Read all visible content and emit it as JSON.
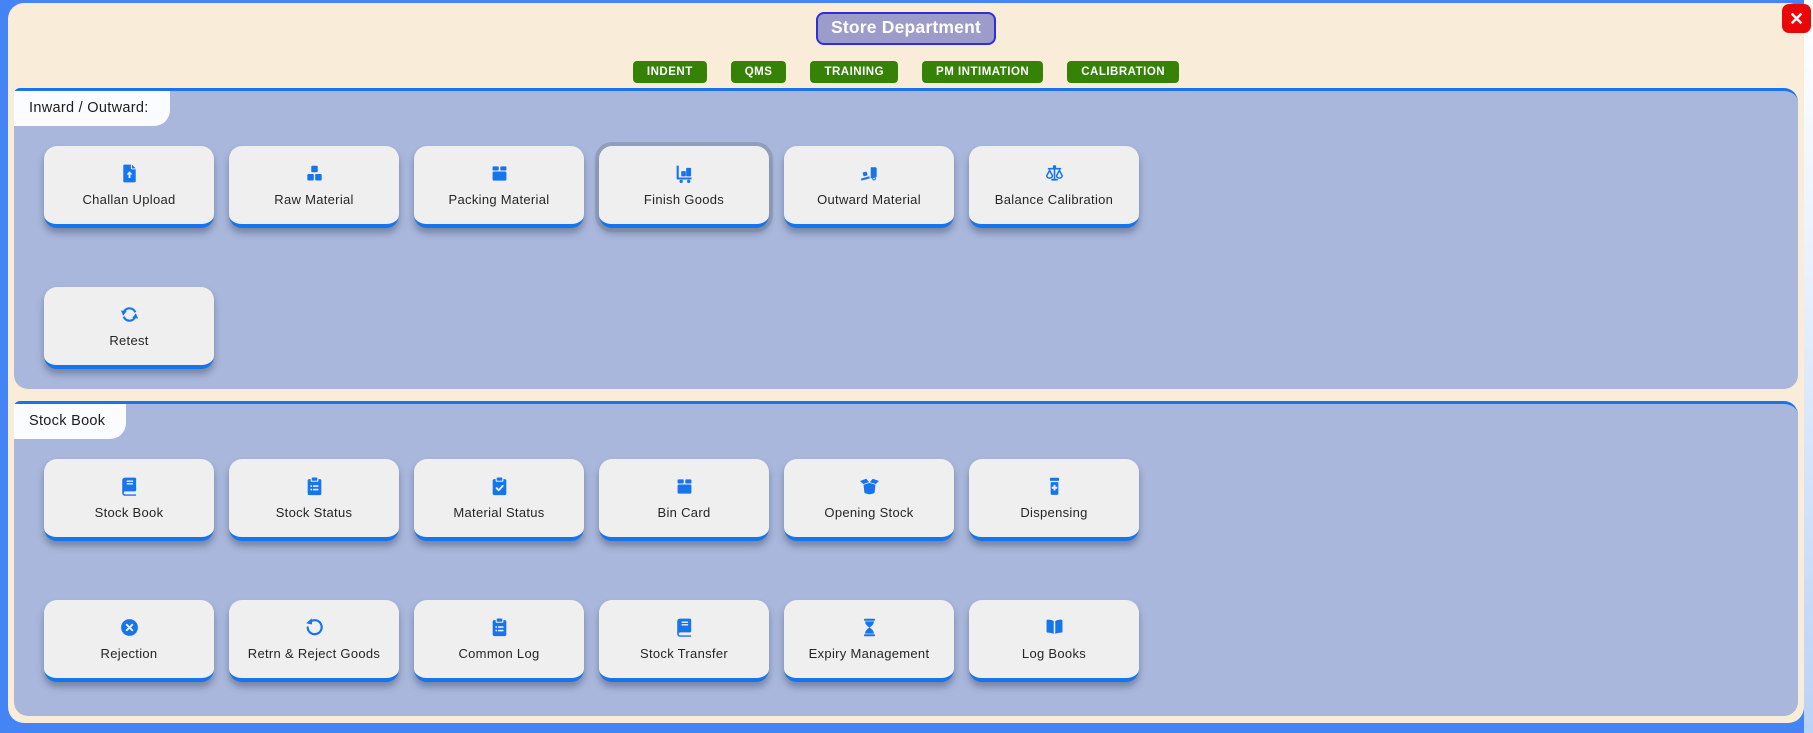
{
  "header": {
    "title": "Store Department",
    "nav_buttons": [
      {
        "label": "INDENT"
      },
      {
        "label": "QMS"
      },
      {
        "label": "TRAINING"
      },
      {
        "label": "PM INTIMATION"
      },
      {
        "label": "CALIBRATION"
      }
    ]
  },
  "icons": {
    "close": "✕"
  },
  "colors": {
    "page_background": "#4484f4",
    "panel_background": "#f9ecd8",
    "section_background": "#a8b7db",
    "accent_blue": "#1674ec",
    "nav_green": "#358207",
    "title_background": "#9b9cc9",
    "title_border": "#2f2fd8",
    "close_red": "#ea0707",
    "card_background": "#efeff0"
  },
  "sections": [
    {
      "label": "Inward / Outward:",
      "rows": [
        [
          {
            "label": "Challan Upload",
            "icon": "file-upload-icon"
          },
          {
            "label": "Raw Material",
            "icon": "cubes-icon"
          },
          {
            "label": "Packing Material",
            "icon": "box-icon"
          },
          {
            "label": "Finish Goods",
            "icon": "cart-boxes-icon",
            "focused": true
          },
          {
            "label": "Outward Material",
            "icon": "truck-ramp-icon"
          },
          {
            "label": "Balance Calibration",
            "icon": "balance-scale-icon"
          }
        ],
        [
          {
            "label": "Retest",
            "icon": "rotate-icon"
          }
        ]
      ]
    },
    {
      "label": "Stock Book",
      "rows": [
        [
          {
            "label": "Stock Book",
            "icon": "book-icon"
          },
          {
            "label": "Stock Status",
            "icon": "clipboard-list-icon"
          },
          {
            "label": "Material Status",
            "icon": "clipboard-check-icon"
          },
          {
            "label": "Bin Card",
            "icon": "box-icon"
          },
          {
            "label": "Opening Stock",
            "icon": "box-open-icon"
          },
          {
            "label": "Dispensing",
            "icon": "pill-bottle-icon"
          }
        ],
        [
          {
            "label": "Rejection",
            "icon": "circle-x-icon"
          },
          {
            "label": "Retrn & Reject Goods",
            "icon": "rotate-left-icon"
          },
          {
            "label": "Common Log",
            "icon": "clipboard-list-icon"
          },
          {
            "label": "Stock Transfer",
            "icon": "book-icon"
          },
          {
            "label": "Expiry Management",
            "icon": "hourglass-icon"
          },
          {
            "label": "Log Books",
            "icon": "book-open-icon"
          }
        ]
      ]
    }
  ]
}
